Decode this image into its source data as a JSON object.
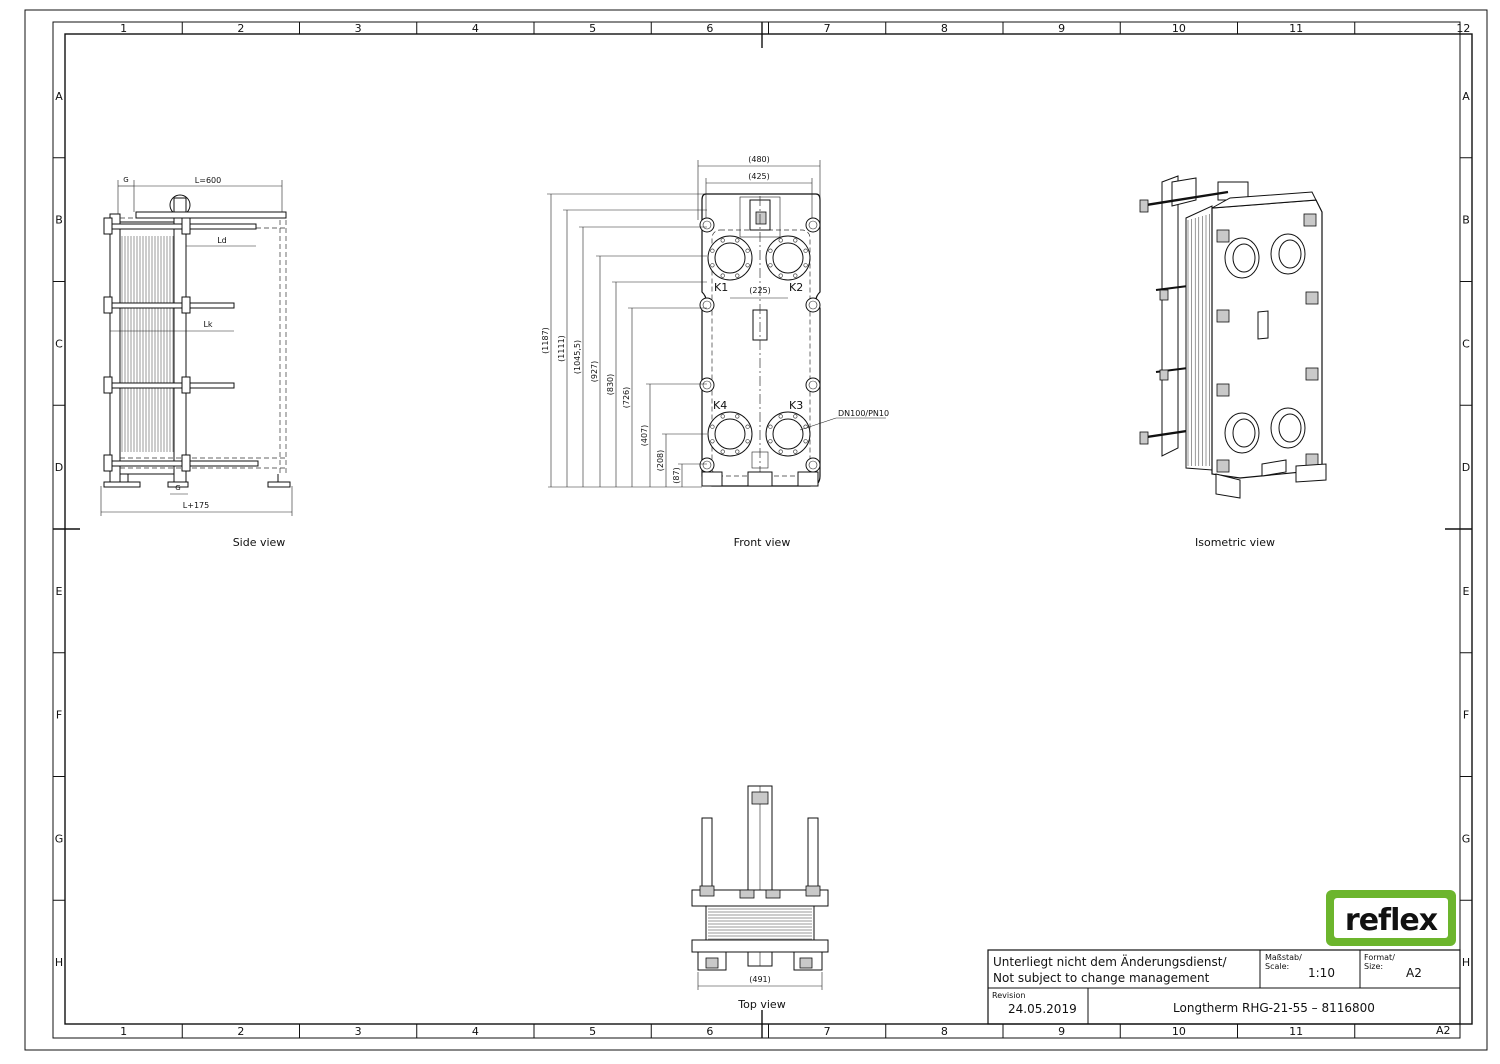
{
  "sheet": {
    "columns": [
      "1",
      "2",
      "3",
      "4",
      "5",
      "6",
      "7",
      "8",
      "9",
      "10",
      "11",
      "12"
    ],
    "rows": [
      "A",
      "B",
      "C",
      "D",
      "E",
      "F",
      "G",
      "H"
    ]
  },
  "views": {
    "side": {
      "caption": "Side view",
      "dims": {
        "L": "L=600",
        "G_top": "G",
        "Ld": "Ld",
        "Lk": "Lk",
        "G_bottom": "G",
        "L175": "L+175"
      }
    },
    "front": {
      "caption": "Front view",
      "dims": {
        "w480": "(480)",
        "w425": "(425)",
        "w225": "(225)",
        "h1187": "(1187)",
        "h1111": "(1111)",
        "h1045": "(1045,5)",
        "h927": "(927)",
        "h830": "(830)",
        "h726": "(726)",
        "h407": "(407)",
        "h208": "(208)",
        "h87": "(87)"
      },
      "ports": {
        "k1": "K1",
        "k2": "K2",
        "k3": "K3",
        "k4": "K4"
      },
      "connection": "DN100/PN10"
    },
    "isometric": {
      "caption": "Isometric view"
    },
    "top": {
      "caption": "Top view",
      "dim491": "(491)"
    }
  },
  "brand": {
    "logo_text": "reflex",
    "logo_color": "#6cb52d"
  },
  "title_block": {
    "note_de": "Unterliegt nicht dem Änderungsdienst/",
    "note_en": "Not subject to change management",
    "scale_label_de": "Maßstab/",
    "scale_label_en": "Scale:",
    "scale_value": "1:10",
    "format_label_de": "Format/",
    "format_label_en": "Size:",
    "format_value": "A2",
    "revision_label": "Revision",
    "revision_date": "24.05.2019",
    "drawing_title": "Longtherm  RHG-21-55  –  8116800",
    "corner_size": "A2"
  }
}
